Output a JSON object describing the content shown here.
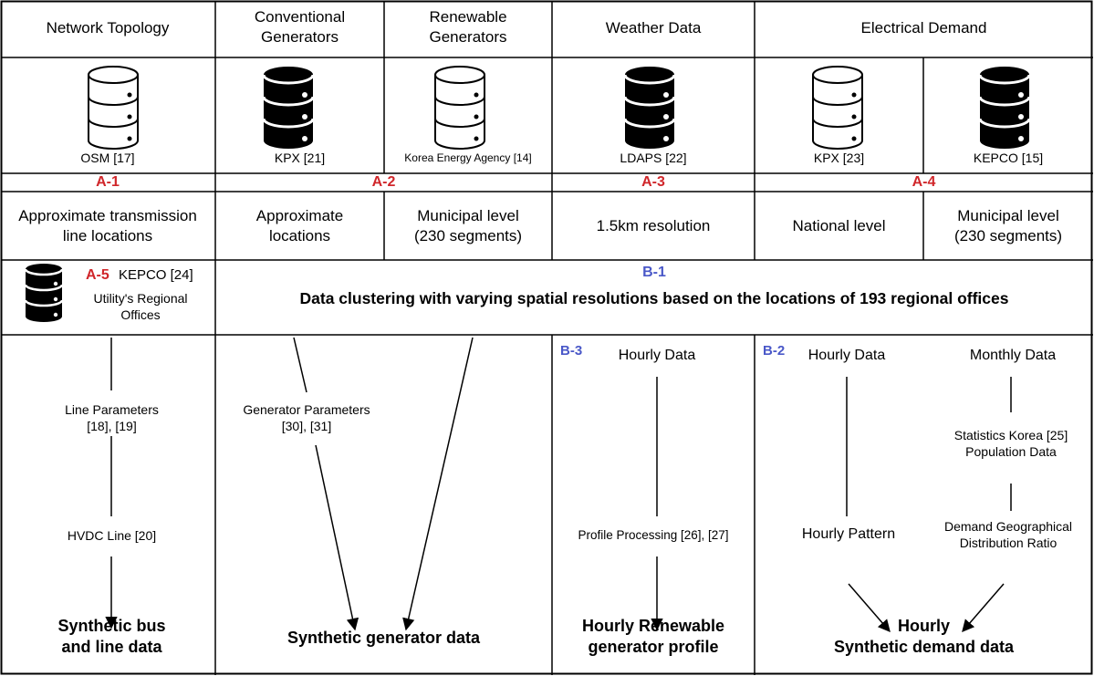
{
  "headers": {
    "network": "Network Topology",
    "conventional": [
      "Conventional",
      "Generators"
    ],
    "renewable": [
      "Renewable",
      "Generators"
    ],
    "weather": "Weather Data",
    "demand": "Electrical Demand"
  },
  "sources": {
    "osm": "OSM [17]",
    "kpx21": "KPX [21]",
    "kea": "Korea Energy Agency [14]",
    "ldaps": "LDAPS [22]",
    "kpx23": "KPX [23]",
    "kepco15": "KEPCO [15]"
  },
  "section_labels": {
    "a1": "A-1",
    "a2": "A-2",
    "a3": "A-3",
    "a4": "A-4"
  },
  "resolutions": {
    "network": [
      "Approximate transmission",
      "line locations"
    ],
    "conventional": [
      "Approximate",
      "locations"
    ],
    "renewable": [
      "Municipal level",
      "(230 segments)"
    ],
    "weather": "1.5km resolution",
    "demand_national": "National level",
    "demand_municipal": [
      "Municipal level",
      "(230 segments)"
    ]
  },
  "a5": {
    "label": "A-5",
    "source": "KEPCO [24]",
    "desc": [
      "Utility's Regional",
      "Offices"
    ]
  },
  "b1": {
    "label": "B-1",
    "text": "Data clustering with varying spatial resolutions based on the locations of 193 regional offices"
  },
  "bottom": {
    "line_params": [
      "Line Parameters",
      "[18], [19]"
    ],
    "hvdc": "HVDC Line [20]",
    "bus_out": [
      "Synthetic bus",
      "and line data"
    ],
    "gen_params": [
      "Generator Parameters",
      "[30], [31]"
    ],
    "gen_out": "Synthetic generator data",
    "b3": "B-3",
    "hourly_weather": "Hourly Data",
    "profile_proc": "Profile Processing [26], [27]",
    "ren_out": [
      "Hourly Renewable",
      "generator profile"
    ],
    "b2": "B-2",
    "hourly_demand": "Hourly Data",
    "monthly": "Monthly Data",
    "stats": [
      "Statistics Korea [25]",
      "Population Data"
    ],
    "hourly_pattern": "Hourly Pattern",
    "ratio": [
      "Demand Geographical",
      "Distribution Ratio"
    ],
    "demand_out": [
      "Hourly",
      "Synthetic demand data"
    ]
  },
  "colors": {
    "red": "#d0262a",
    "blue": "#4a58c8",
    "db_dark": "#000000",
    "db_light": "#ffffff"
  },
  "icons": [
    "database-icon"
  ]
}
